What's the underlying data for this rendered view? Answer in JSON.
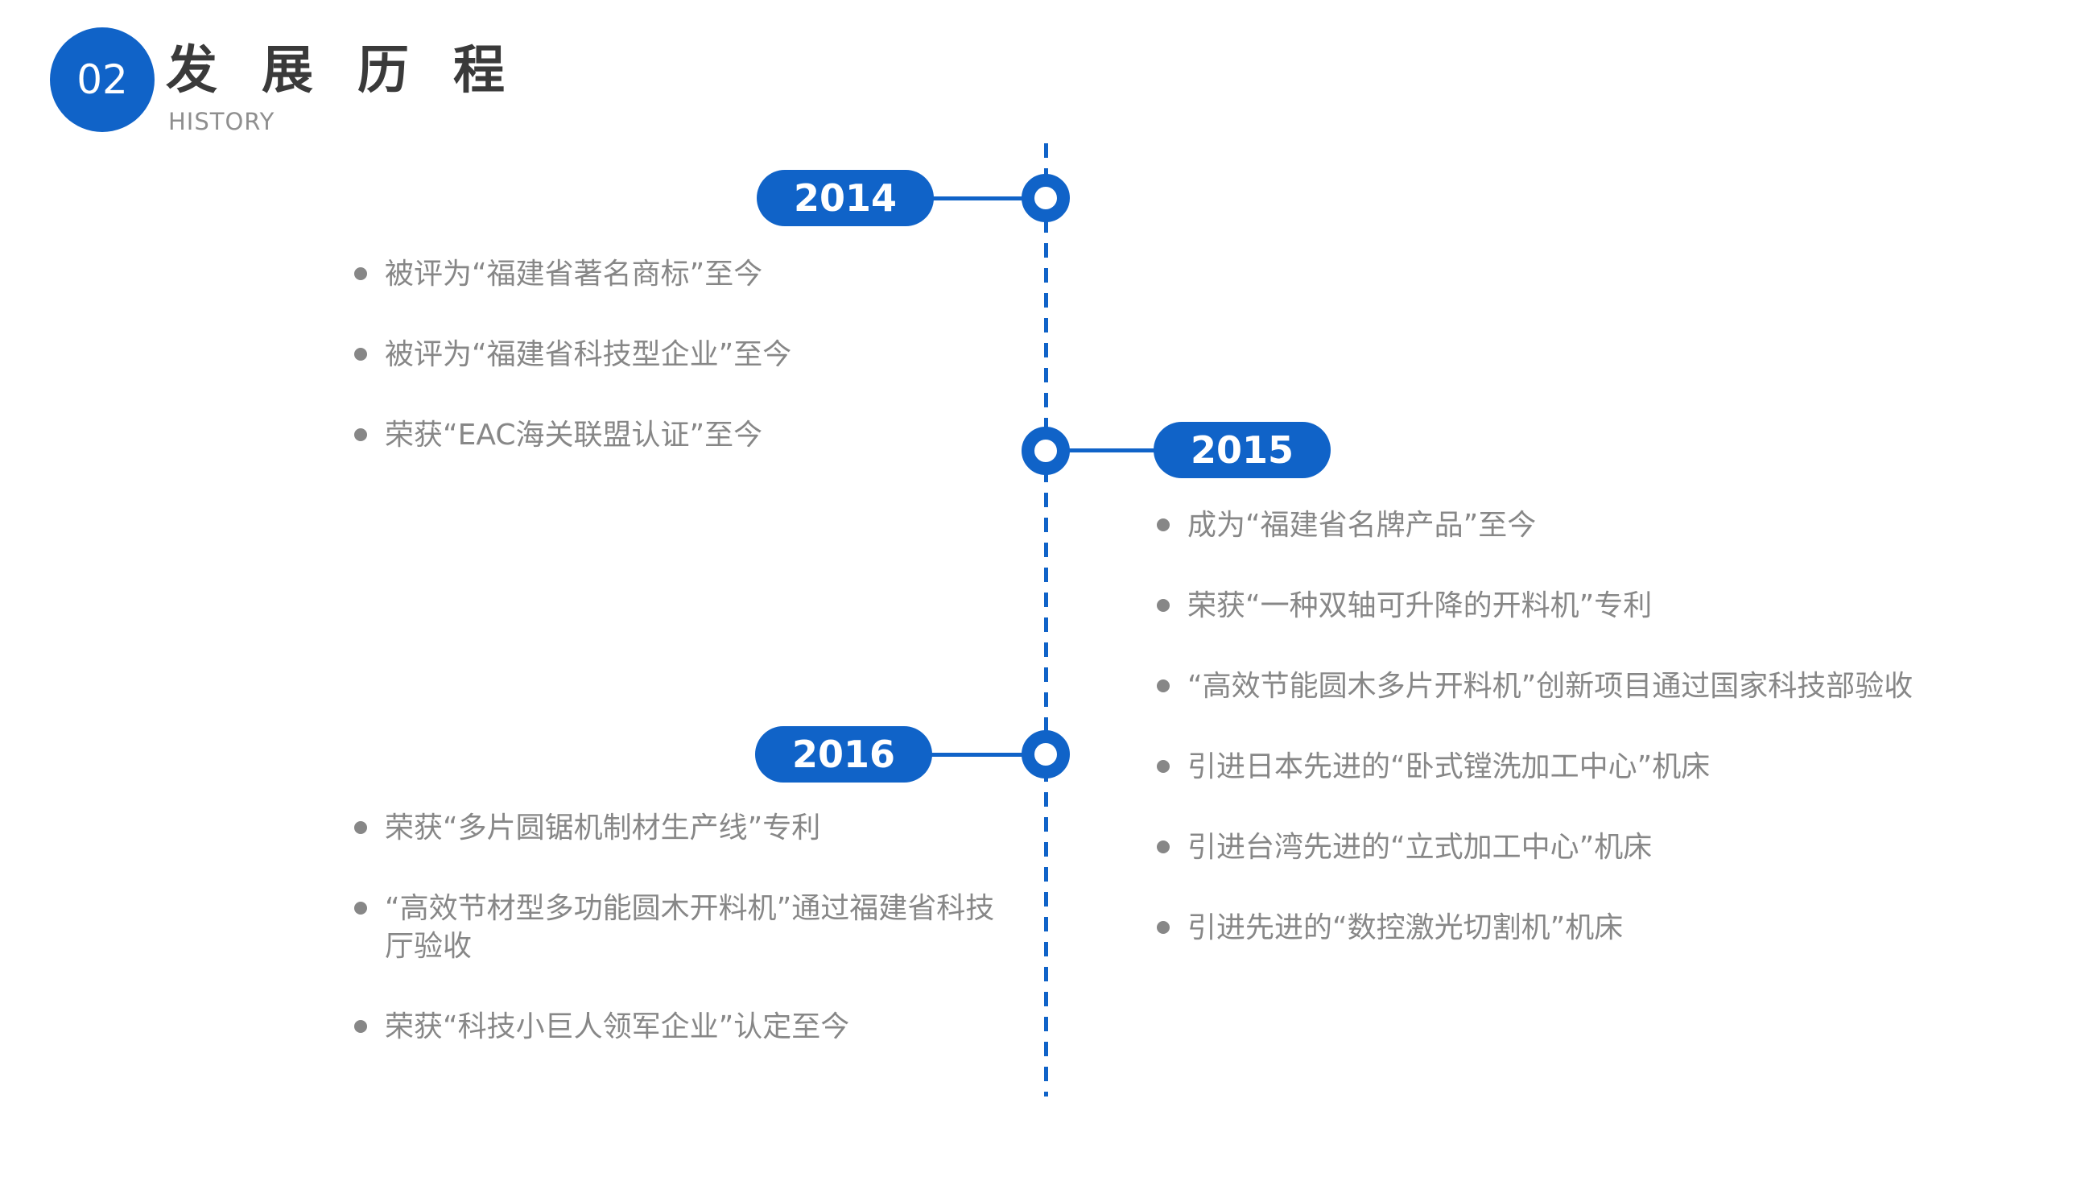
{
  "slide": {
    "section_number": "02",
    "title": "发展历程",
    "subtitle": "HISTORY"
  },
  "colors": {
    "accent": "#1063C8",
    "bullet_text": "#878787",
    "title": "#3A3A3A"
  },
  "timeline": {
    "events": [
      {
        "year": "2014",
        "side": "left",
        "items": [
          "被评为“福建省著名商标”至今",
          "被评为“福建省科技型企业”至今",
          "荣获“EAC海关联盟认证”至今"
        ]
      },
      {
        "year": "2015",
        "side": "right",
        "items": [
          "成为“福建省名牌产品”至今",
          "荣获“一种双轴可升降的开料机”专利",
          "“高效节能圆木多片开料机”创新项目通过国家科技部验收",
          "引进日本先进的“卧式镗洗加工中心”机床",
          "引进台湾先进的“立式加工中心”机床",
          "引进先进的“数控激光切割机”机床"
        ]
      },
      {
        "year": "2016",
        "side": "left",
        "items": [
          "荣获“多片圆锯机制材生产线”专利",
          "“高效节材型多功能圆木开料机”通过福建省科技厅验收",
          "荣获“科技小巨人领军企业”认定至今"
        ]
      }
    ]
  }
}
